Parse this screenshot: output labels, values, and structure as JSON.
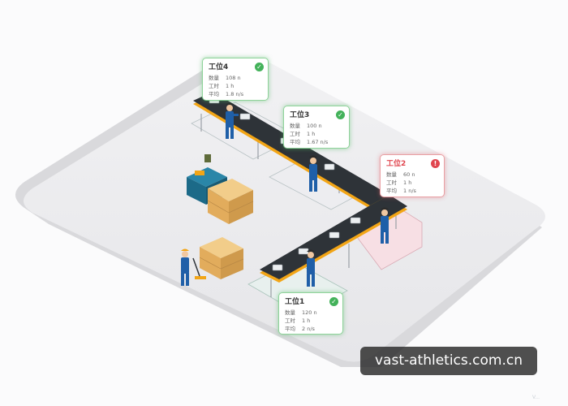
{
  "stations": [
    {
      "id": "s4",
      "title": "工位4",
      "status": "ok",
      "rows": [
        {
          "label": "数量",
          "value": "108 n"
        },
        {
          "label": "工时",
          "value": "1 h"
        },
        {
          "label": "平均",
          "value": "1.8 n/s"
        }
      ]
    },
    {
      "id": "s3",
      "title": "工位3",
      "status": "ok",
      "rows": [
        {
          "label": "数量",
          "value": "100 n"
        },
        {
          "label": "工时",
          "value": "1 h"
        },
        {
          "label": "平均",
          "value": "1.67 n/s"
        }
      ]
    },
    {
      "id": "s2",
      "title": "工位2",
      "status": "error",
      "rows": [
        {
          "label": "数量",
          "value": "60 n"
        },
        {
          "label": "工时",
          "value": "1 h"
        },
        {
          "label": "平均",
          "value": "1 n/s"
        }
      ]
    },
    {
      "id": "s1",
      "title": "工位1",
      "status": "ok",
      "rows": [
        {
          "label": "数量",
          "value": "120 n"
        },
        {
          "label": "工时",
          "value": "1 h"
        },
        {
          "label": "平均",
          "value": "2 n/s"
        }
      ]
    }
  ],
  "status_icons": {
    "ok": "check-icon",
    "error": "alert-icon"
  },
  "colors": {
    "ok": "#43b25a",
    "error": "#e0454e",
    "belt": "#2e3338",
    "belt_edge": "#f2a516",
    "worker_blue": "#1f5fa8",
    "box": "#e8b86a"
  },
  "watermark": "vast-athletics.com.cn",
  "corner_mark": "V..."
}
